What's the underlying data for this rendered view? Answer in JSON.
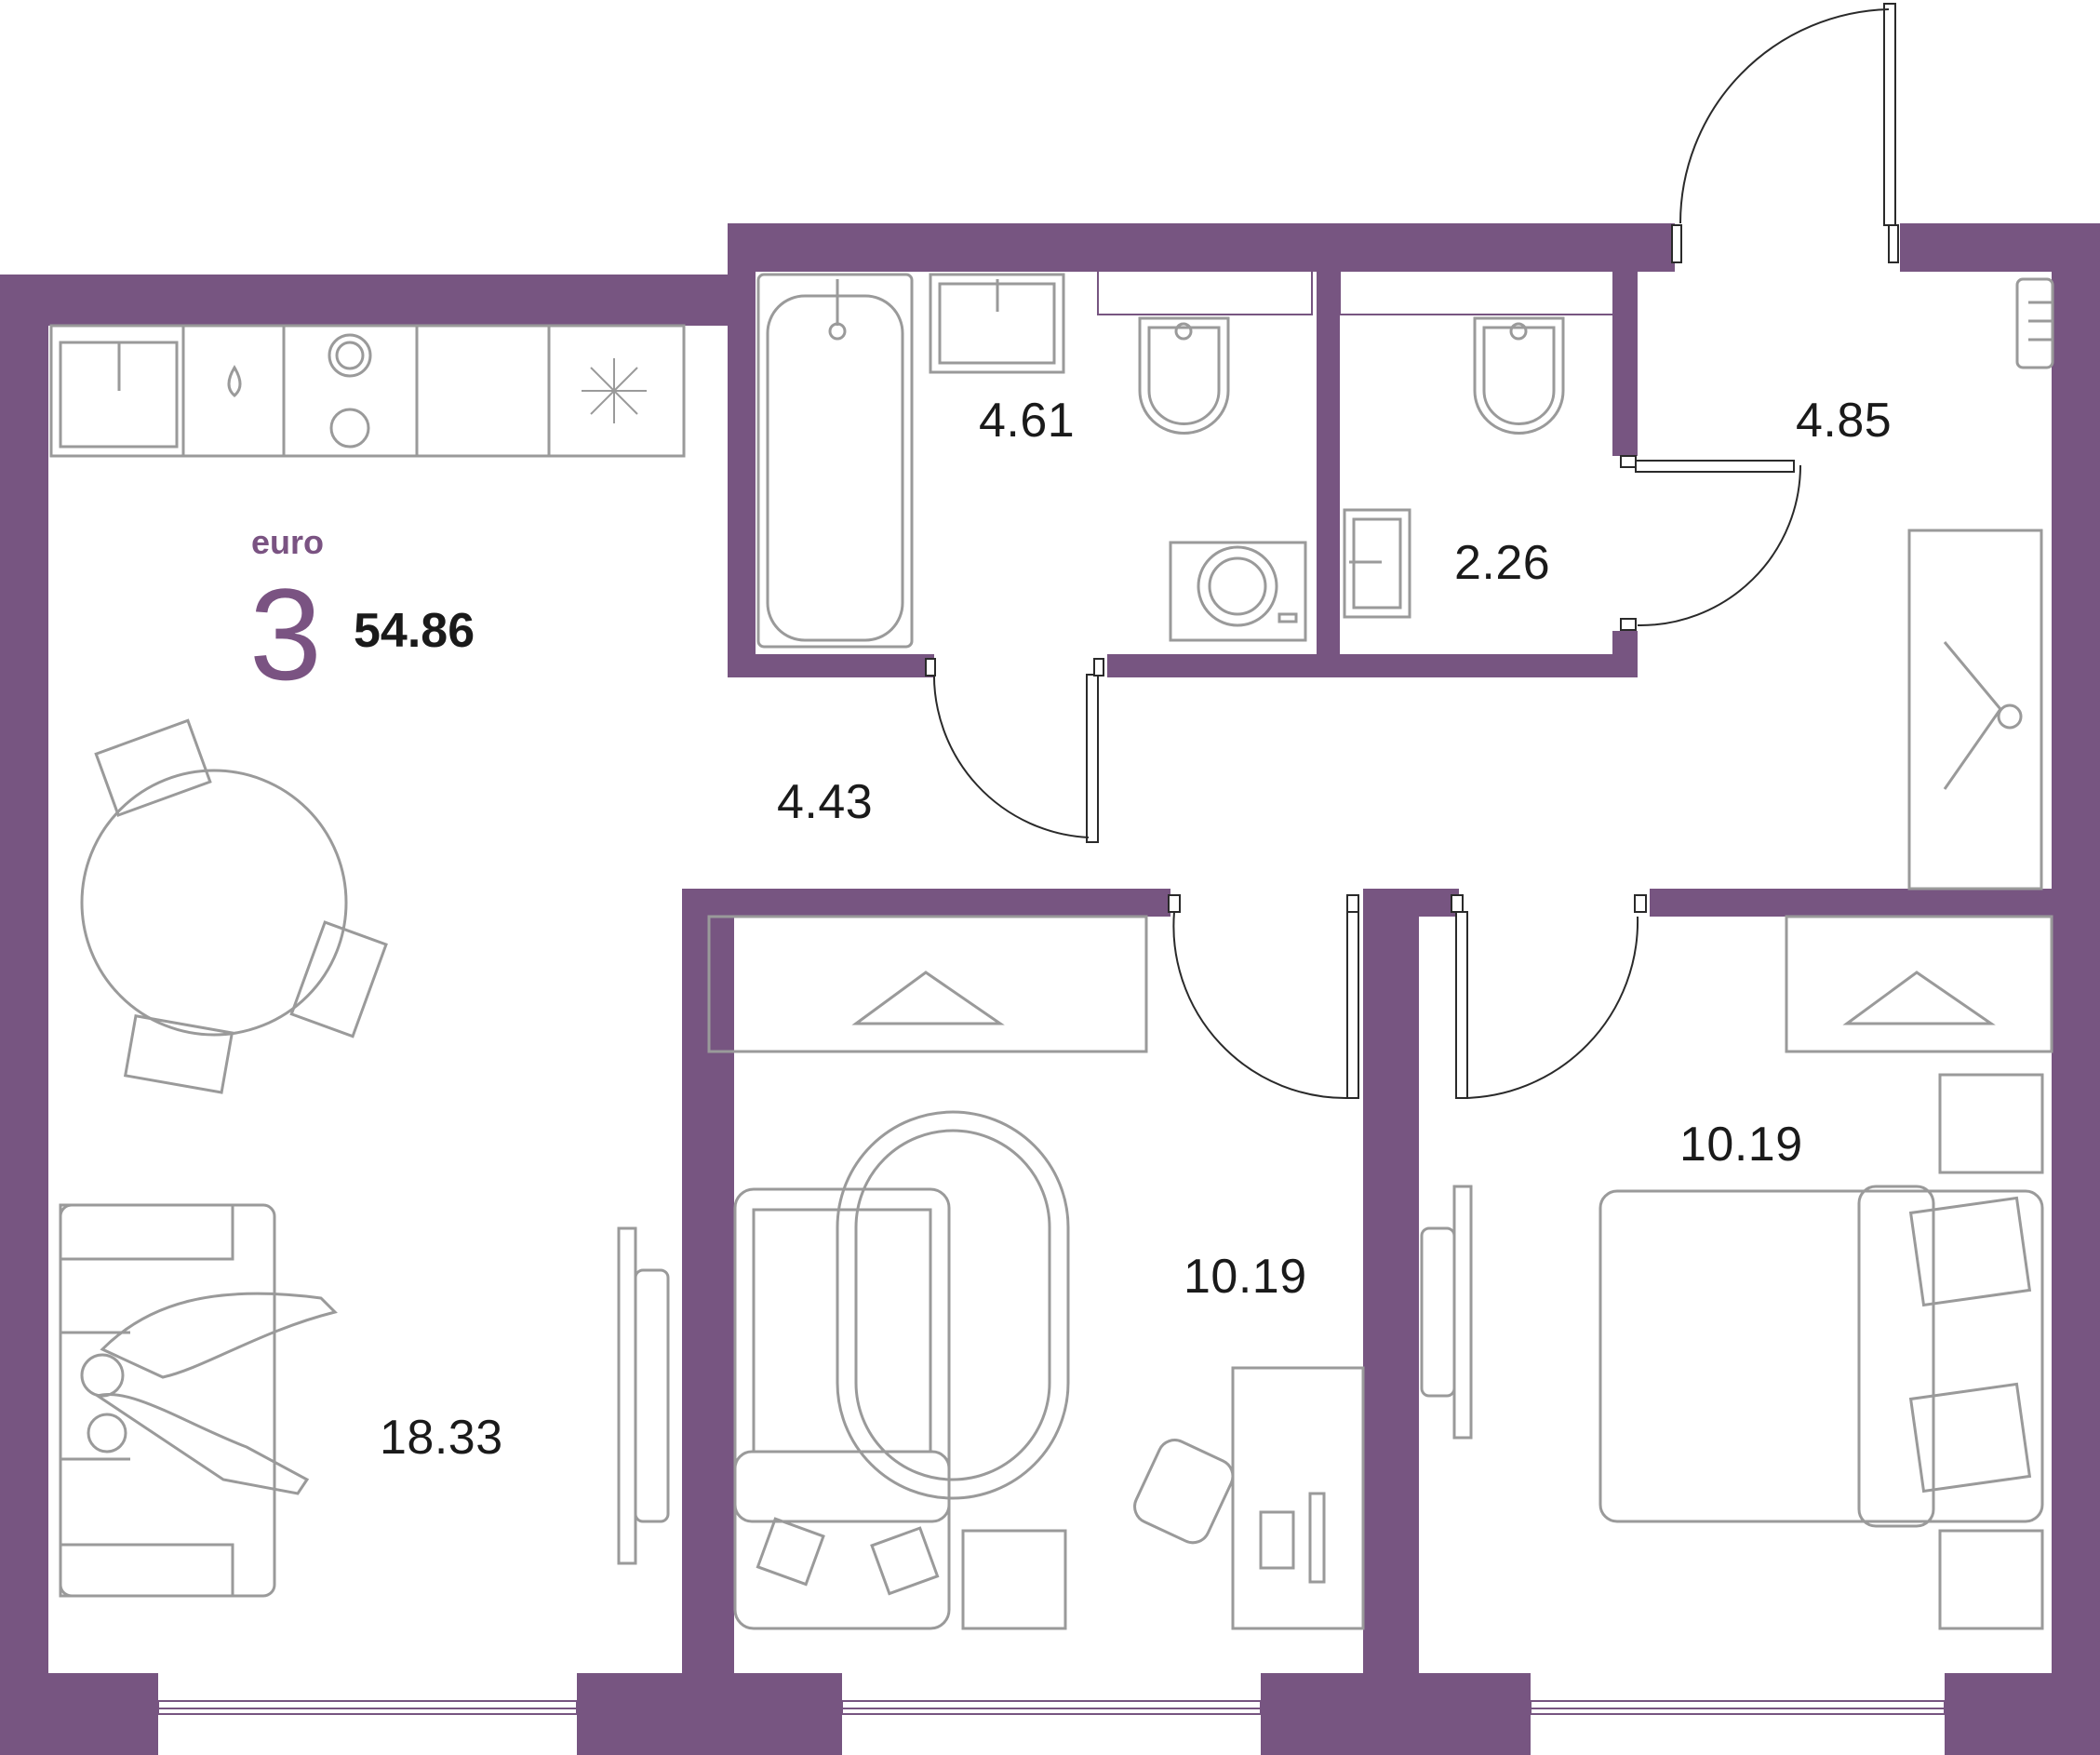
{
  "apartment": {
    "type_label": "euro",
    "rooms": "3",
    "total_area": "54.86"
  },
  "rooms": {
    "bathroom": "4.61",
    "toilet": "2.26",
    "entrance_hall": "4.85",
    "corridor": "4.43",
    "kitchen_living": "18.33",
    "bedroom_middle": "10.19",
    "bedroom_right": "10.19"
  },
  "colors": {
    "wall": "#775581",
    "furniture": "#9a9a9a",
    "accent_text": "#7a5382"
  }
}
